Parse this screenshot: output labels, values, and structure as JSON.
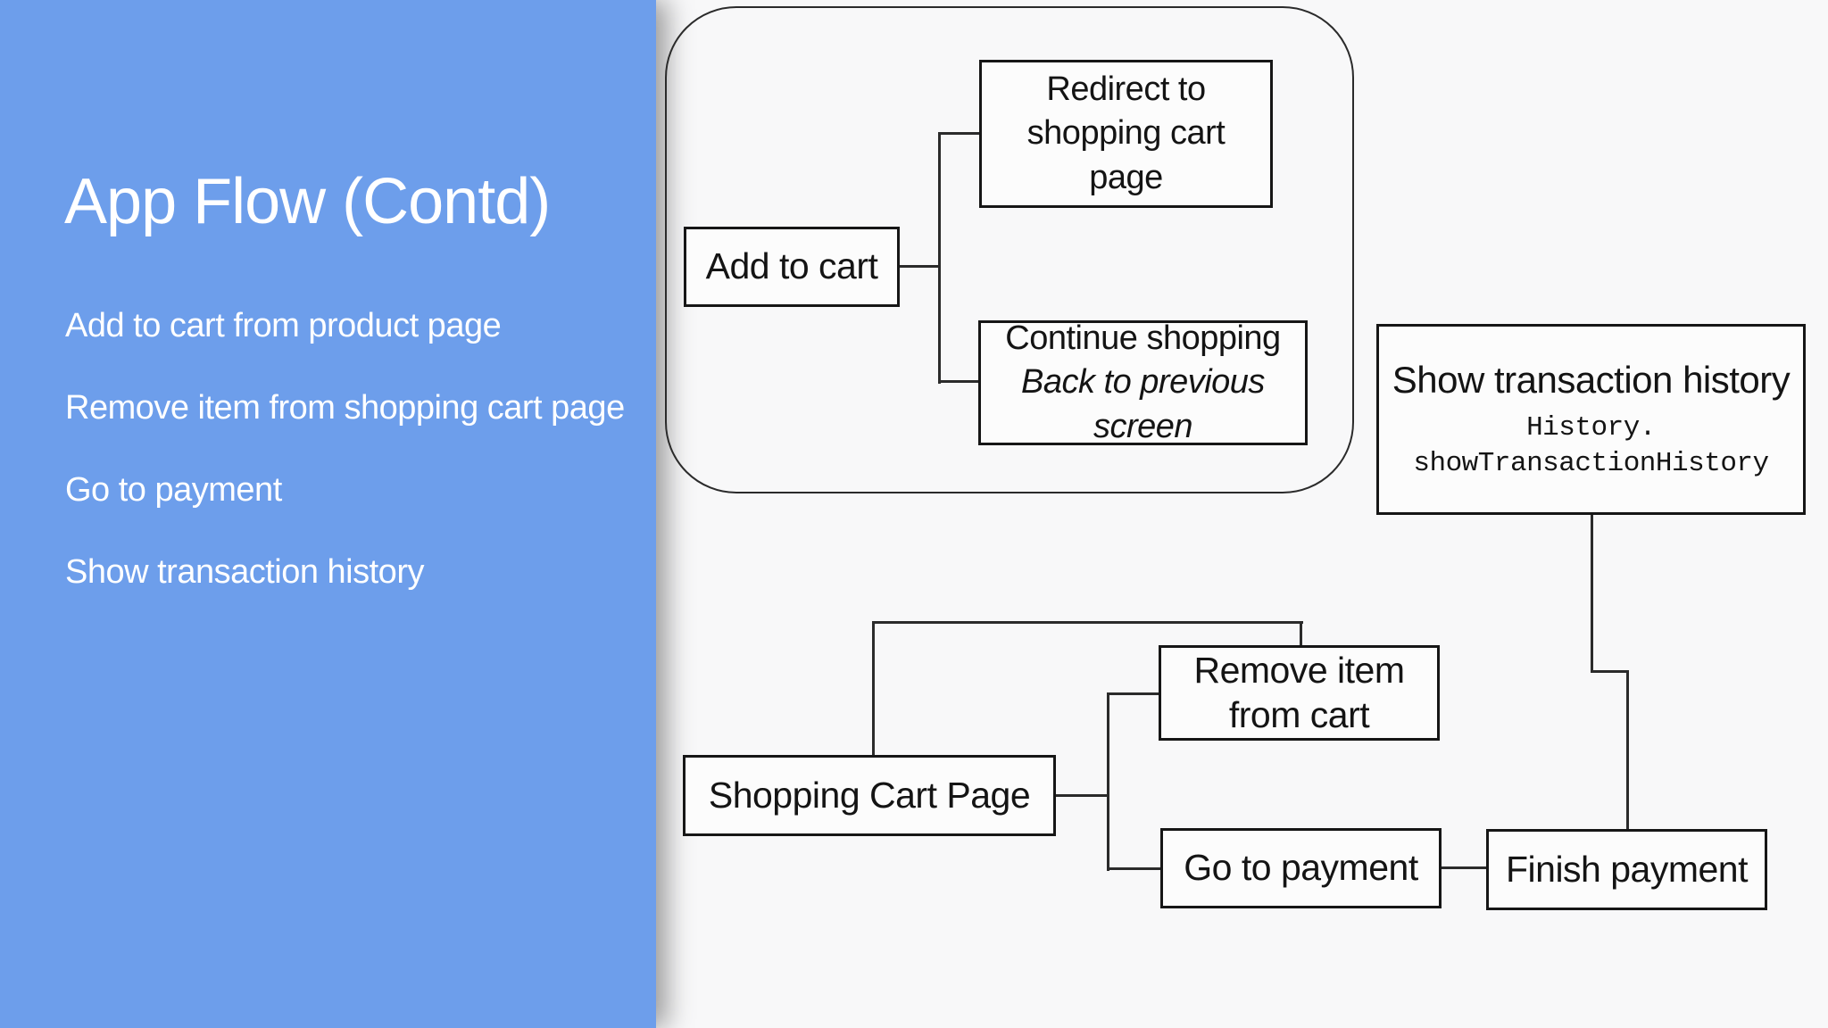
{
  "panel": {
    "title": "App Flow (Contd)",
    "bullets": [
      "Add to cart from product page",
      "Remove item from shopping cart page",
      "Go to payment",
      "Show transaction history"
    ]
  },
  "flow": {
    "add_to_cart": "Add to cart",
    "redirect": "Redirect to shopping cart page",
    "continue_main": "Continue shopping",
    "continue_sub": "Back to previous screen",
    "history_title": "Show transaction history",
    "history_code1": "History.",
    "history_code2": "showTransactionHistory",
    "shopping_cart": "Shopping Cart Page",
    "remove_item": "Remove item from cart",
    "go_payment": "Go to payment",
    "finish_payment": "Finish payment"
  },
  "colors": {
    "panel_blue": "#6d9eeb",
    "background": "#f8f8f9",
    "line": "#2b2b2b",
    "node_border": "#161616",
    "text_on_blue": "#ffffff",
    "text_dark": "#141414"
  }
}
